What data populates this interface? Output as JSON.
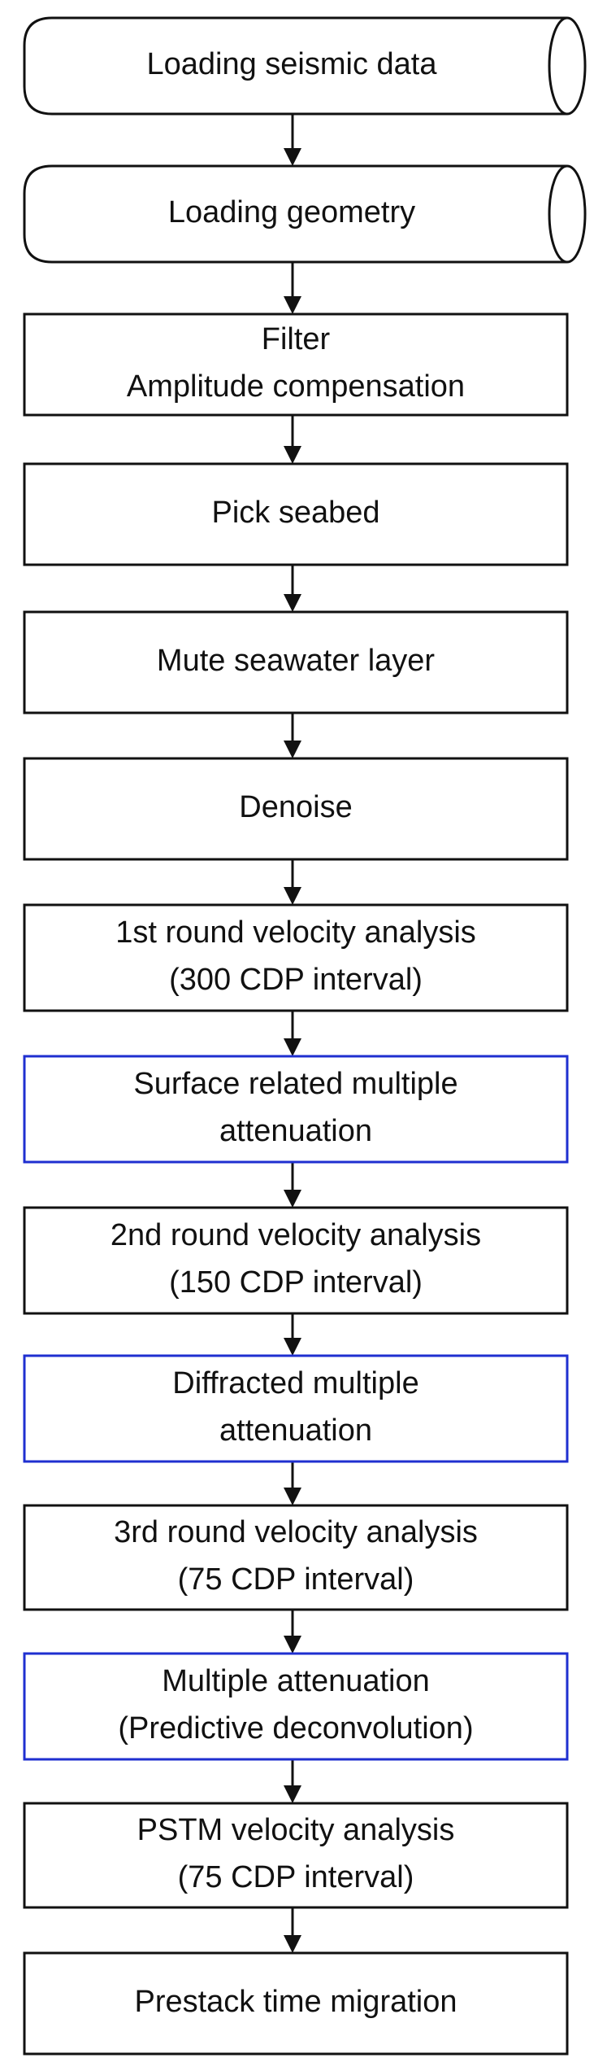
{
  "colors": {
    "process_border": "#111111",
    "highlight_border": "#1f2fd0",
    "arrow": "#111111",
    "text": "#111111"
  },
  "steps": [
    {
      "kind": "data-store",
      "lines": [
        "Loading seismic data"
      ],
      "highlight": false
    },
    {
      "kind": "data-store",
      "lines": [
        "Loading geometry"
      ],
      "highlight": false
    },
    {
      "kind": "process",
      "lines": [
        "Filter",
        "Amplitude compensation"
      ],
      "highlight": false
    },
    {
      "kind": "process",
      "lines": [
        "Pick seabed"
      ],
      "highlight": false
    },
    {
      "kind": "process",
      "lines": [
        "Mute seawater layer"
      ],
      "highlight": false
    },
    {
      "kind": "process",
      "lines": [
        "Denoise"
      ],
      "highlight": false
    },
    {
      "kind": "process",
      "lines": [
        "1st round velocity analysis",
        "(300 CDP interval)"
      ],
      "highlight": false
    },
    {
      "kind": "process",
      "lines": [
        "Surface related multiple",
        "attenuation"
      ],
      "highlight": true
    },
    {
      "kind": "process",
      "lines": [
        "2nd round velocity analysis",
        "(150 CDP interval)"
      ],
      "highlight": false
    },
    {
      "kind": "process",
      "lines": [
        "Diffracted multiple",
        "attenuation"
      ],
      "highlight": true
    },
    {
      "kind": "process",
      "lines": [
        "3rd round velocity analysis",
        "(75 CDP interval)"
      ],
      "highlight": false
    },
    {
      "kind": "process",
      "lines": [
        "Multiple attenuation",
        "(Predictive deconvolution)"
      ],
      "highlight": true
    },
    {
      "kind": "process",
      "lines": [
        "PSTM velocity analysis",
        "(75 CDP interval)"
      ],
      "highlight": false
    },
    {
      "kind": "process",
      "lines": [
        "Prestack time migration"
      ],
      "highlight": false
    }
  ]
}
